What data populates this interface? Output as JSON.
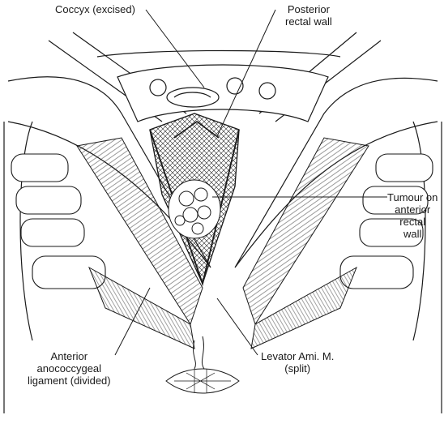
{
  "labels": {
    "coccyx": "Coccyx (excised)",
    "posterior_wall": [
      "Posterior",
      "rectal wall"
    ],
    "tumour": [
      "Tumour on",
      "anterior",
      "rectal",
      "wall"
    ],
    "anococcygeal": [
      "Anterior",
      "anococcygeal",
      "ligament (divided)"
    ],
    "levator": [
      "Levator Ami. M.",
      "(split)"
    ]
  },
  "colors": {
    "ink": "#1a1a1a",
    "paper": "#ffffff"
  }
}
